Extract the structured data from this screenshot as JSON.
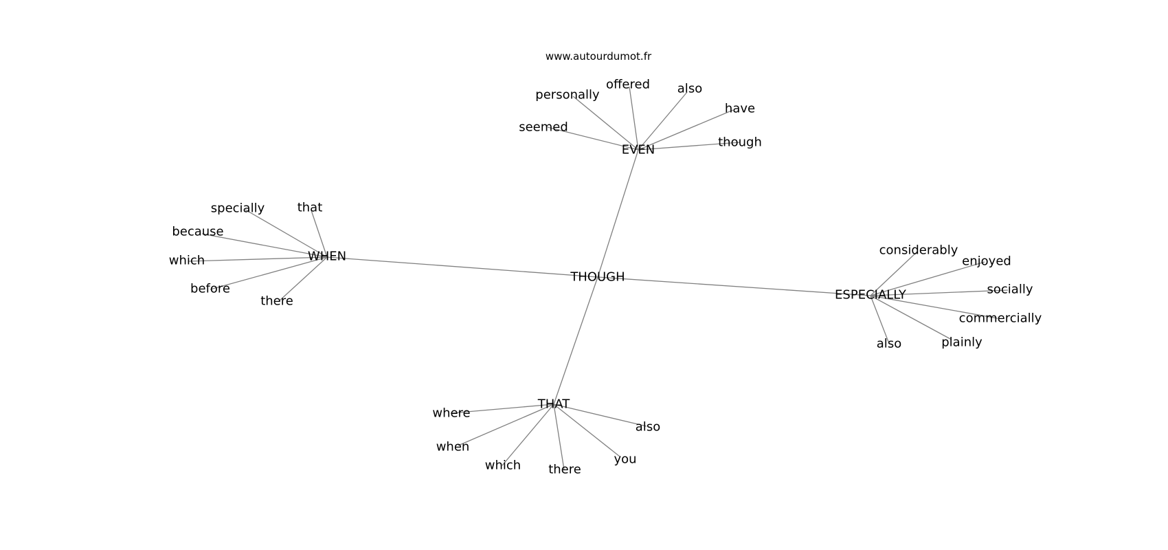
{
  "watermark": "www.autourdumot.fr",
  "graph": {
    "center": "THOUGH",
    "hubs": [
      {
        "id": "even",
        "label": "EVEN",
        "leaves": [
          "personally",
          "offered",
          "also",
          "have",
          "seemed",
          "though"
        ]
      },
      {
        "id": "when",
        "label": "WHEN",
        "leaves": [
          "specially",
          "that",
          "because",
          "which",
          "before",
          "there"
        ]
      },
      {
        "id": "especially",
        "label": "ESPECIALLY",
        "leaves": [
          "considerably",
          "enjoyed",
          "socially",
          "commercially",
          "plainly",
          "also"
        ]
      },
      {
        "id": "that",
        "label": "THAT",
        "leaves": [
          "where",
          "also",
          "when",
          "you",
          "which",
          "there"
        ]
      }
    ]
  },
  "colors": {
    "edge": "#808080",
    "text": "#000000",
    "background": "#ffffff"
  }
}
